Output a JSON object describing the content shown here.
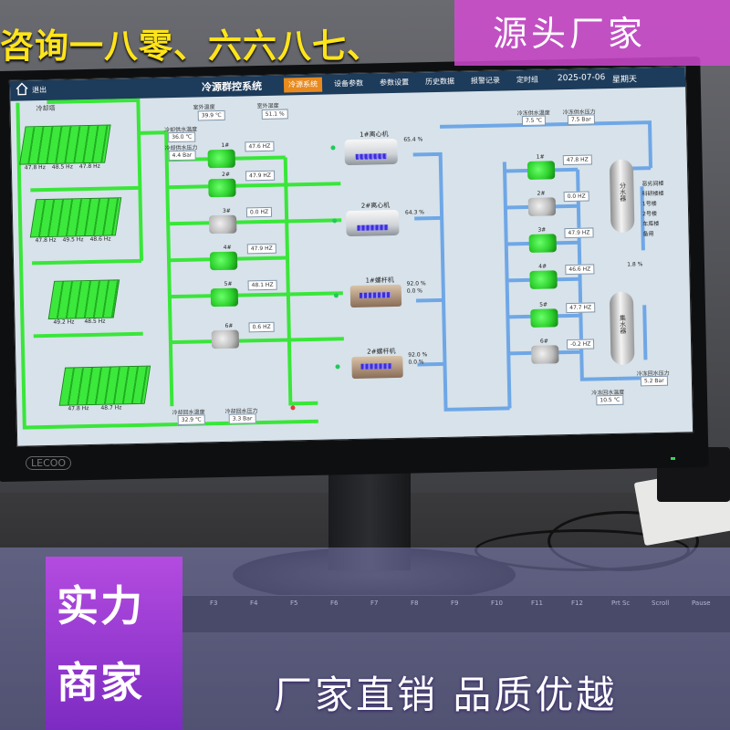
{
  "overlay": {
    "top_text": "咨询一八零、六六八七、",
    "banner_text": "源头厂家",
    "badge_line1": "实力",
    "badge_line2": "商家",
    "slogan": "厂家直销  品质优越"
  },
  "monitor": {
    "brand": "LECOO",
    "keys": [
      "F3",
      "F4",
      "F5",
      "F6",
      "F7",
      "F8",
      "F9",
      "F10",
      "F11",
      "F12",
      "Prt Sc",
      "Scroll",
      "Pause"
    ]
  },
  "hmi": {
    "exit_label": "退出",
    "title": "冷源群控系统",
    "tabs": [
      "冷源系统",
      "设备参数",
      "参数设置",
      "历史数据",
      "报警记录",
      "定时组"
    ],
    "active_tab": 0,
    "date": "2025-07-06",
    "weekday": "星期天",
    "cooling_tower_label": "冷却塔",
    "towers_hz": [
      [
        "47.8 Hz",
        "48.5 Hz",
        "47.8 Hz"
      ],
      [
        "47.8 Hz",
        "49.5 Hz",
        "48.6 Hz"
      ],
      [
        "49.2 Hz",
        "48.5 Hz"
      ],
      [
        "47.8 Hz",
        "48.7 Hz"
      ]
    ],
    "top_readings": [
      {
        "label": "室外温度",
        "value": "39.9 ℃"
      },
      {
        "label": "室外湿度",
        "value": "51.1 %"
      }
    ],
    "cw_supply": {
      "label": "冷却供水温度",
      "value": "36.0 ℃"
    },
    "cw_supply_pressure": {
      "label": "冷却供水压力",
      "value": "4.4 Bar"
    },
    "cw_return": {
      "label": "冷却回水温度",
      "value": "32.9 ℃"
    },
    "cw_return_pressure": {
      "label": "冷却回水压力",
      "value": "3.3 Bar"
    },
    "cooling_pumps": [
      {
        "name": "1#",
        "hz": "47.6 HZ",
        "on": true
      },
      {
        "name": "2#",
        "hz": "47.9 HZ",
        "on": true
      },
      {
        "name": "3#",
        "hz": "0.0 HZ",
        "on": false
      },
      {
        "name": "4#",
        "hz": "47.9 HZ",
        "on": true
      },
      {
        "name": "5#",
        "hz": "48.1 HZ",
        "on": true
      },
      {
        "name": "6#",
        "hz": "0.6 HZ",
        "on": false
      }
    ],
    "chillers": [
      {
        "name": "1#离心机",
        "load": "65.4 %",
        "type": "centrifugal"
      },
      {
        "name": "2#离心机",
        "load": "64.3 %",
        "type": "centrifugal"
      },
      {
        "name": "1#螺杆机",
        "load": "92.0 %",
        "load2": "0.0 %",
        "type": "screw"
      },
      {
        "name": "2#螺杆机",
        "load": "92.0 %",
        "load2": "0.0 %",
        "type": "screw"
      }
    ],
    "chw_supply": {
      "label": "冷冻供水温度",
      "value": "7.5 ℃"
    },
    "chw_supply_pressure": {
      "label": "冷冻供水压力",
      "value": "7.5 Bar"
    },
    "chw_return": {
      "label": "冷冻回水温度",
      "value": "10.5 ℃"
    },
    "chw_return_pressure": {
      "label": "冷冻回水压力",
      "value": "5.2 Bar"
    },
    "chilled_pumps": [
      {
        "name": "1#",
        "hz": "47.8 HZ",
        "on": true
      },
      {
        "name": "2#",
        "hz": "0.0 HZ",
        "on": false
      },
      {
        "name": "3#",
        "hz": "47.9 HZ",
        "on": true
      },
      {
        "name": "4#",
        "hz": "46.6 HZ",
        "on": true
      },
      {
        "name": "5#",
        "hz": "47.7 HZ",
        "on": true
      },
      {
        "name": "6#",
        "hz": "-0.2 HZ",
        "on": false
      }
    ],
    "tank1_label": "分水器",
    "tank2_label": "集水器",
    "bypass_percent": "1.8 %",
    "branches": [
      "恶劣间楼",
      "科研楼楼",
      "1号楼",
      "2号楼",
      "车库楼",
      "备用"
    ]
  }
}
